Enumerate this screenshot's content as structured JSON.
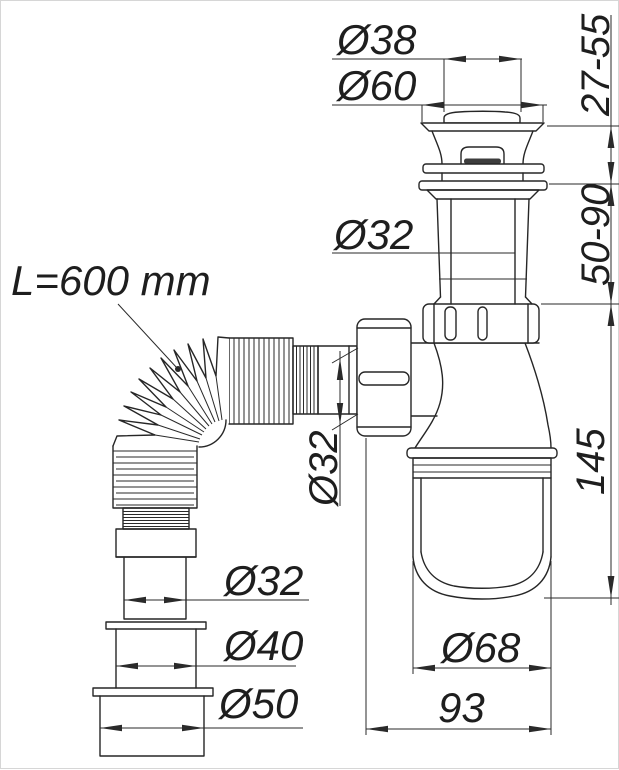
{
  "drawing": {
    "type": "technical-diagram",
    "subject": "Bottle trap siphon with pop-up waste plug and flexible corrugated outlet hose, dimensioned",
    "background_color": "#ffffff",
    "line_color": "#262626",
    "labels": {
      "dia38": "Ø38",
      "dia60": "Ø60",
      "dia32_tailpipe": "Ø32",
      "hose_length": "L=600 mm",
      "dia32_inlet": "Ø32",
      "dia32_outlet": "Ø32",
      "dia40_outlet": "Ø40",
      "dia50_outlet": "Ø50",
      "dia68_cup": "Ø68",
      "width_93": "93",
      "range_27_55": "27-55",
      "range_50_90": "50-90",
      "height_145": "145"
    }
  }
}
